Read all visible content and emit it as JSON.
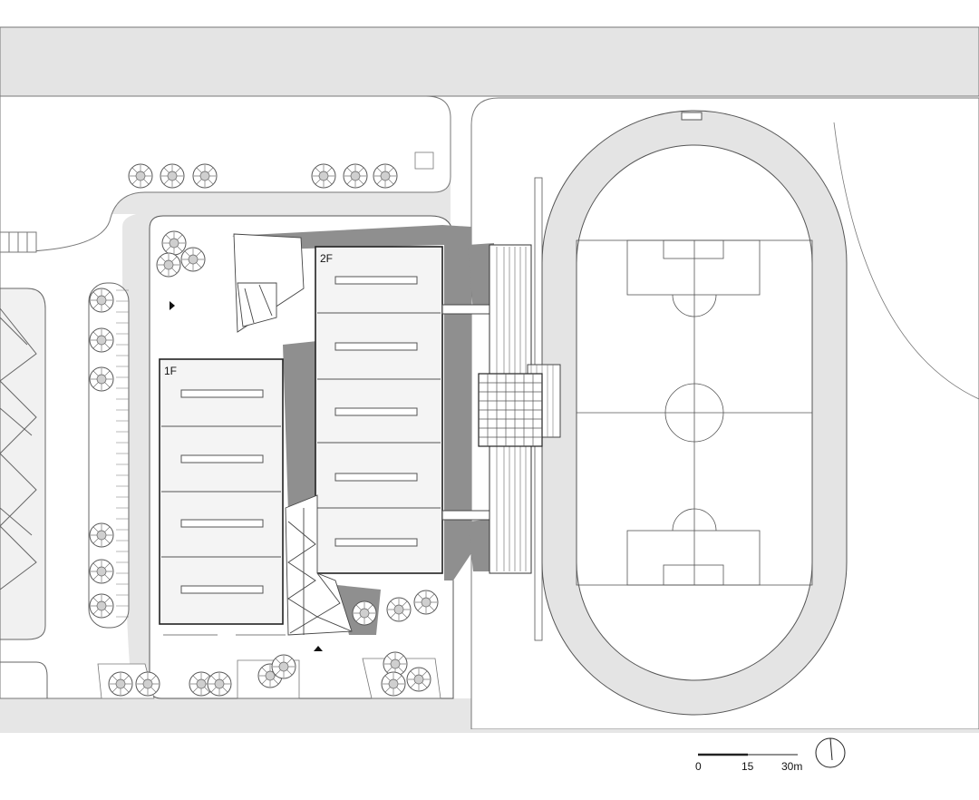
{
  "plan": {
    "floor_labels": {
      "ground": "1F",
      "upper": "2F"
    },
    "scale_bar": {
      "ticks": [
        "0",
        "15",
        "30m"
      ]
    }
  },
  "icons": {
    "north": "north-arrow-icon",
    "entrance_west": "entrance-arrow-icon",
    "entrance_south": "entrance-arrow-icon",
    "tree": "tree-icon"
  },
  "colors": {
    "road": "#e4e4e4",
    "track": "#e6e6e6",
    "shadow": "#8f8f8f",
    "roof": "#f4f4f4",
    "line": "#3a3a3a"
  }
}
